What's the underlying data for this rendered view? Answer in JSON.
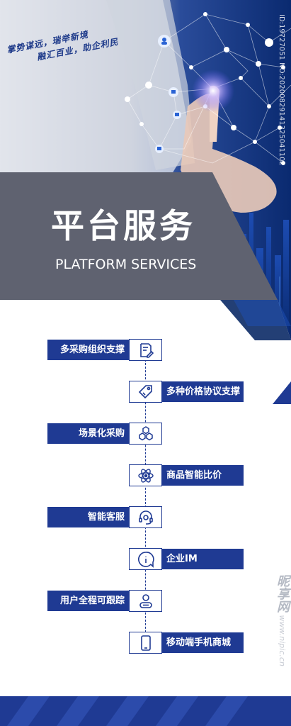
{
  "slogan": {
    "line1": "掌势谋远，瑞举新境",
    "line2": "融汇百业，助企利民"
  },
  "title": {
    "cn": "平台服务",
    "en": "PLATFORM SERVICES"
  },
  "watermark": "ID:19727051 NO:20200829141325041102",
  "nipic": {
    "brand": "昵享网",
    "url": "www.nipic.cn"
  },
  "services": [
    {
      "label": "多采购组织支撑",
      "side": "left",
      "icon": "document-edit-icon"
    },
    {
      "label": "多种价格协议支撑",
      "side": "right",
      "icon": "price-tag-icon"
    },
    {
      "label": "场景化采购",
      "side": "left",
      "icon": "hexagons-icon"
    },
    {
      "label": "商品智能比价",
      "side": "right",
      "icon": "atom-icon"
    },
    {
      "label": "智能客服",
      "side": "left",
      "icon": "headset-icon"
    },
    {
      "label": "企业IM",
      "side": "right",
      "icon": "chat-info-icon"
    },
    {
      "label": "用户全程可跟踪",
      "side": "left",
      "icon": "user-icon"
    },
    {
      "label": "移动端手机商城",
      "side": "right",
      "icon": "mobile-phone-icon"
    }
  ],
  "colors": {
    "brand_blue": "#1f3a93",
    "band_gray": "#5f6270",
    "hero_dark": "#0b2a66"
  }
}
